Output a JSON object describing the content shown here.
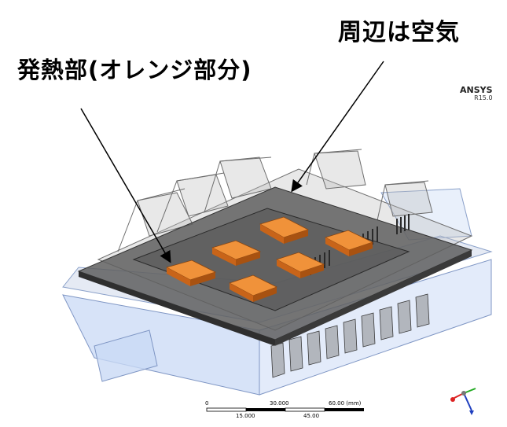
{
  "annotations": {
    "air_label": "周辺は空気",
    "heat_source_label": "発熱部(オレンジ部分)"
  },
  "logo": {
    "name": "ANSYS",
    "version": "R15.0"
  },
  "scale_bar": {
    "top_ticks": [
      "0",
      "30.000",
      "60.00 (mm)"
    ],
    "bottom_ticks": [
      "15.000",
      "45.00"
    ]
  },
  "colors": {
    "heat_source": "#e8791f",
    "board": "#6e6e6e",
    "air_region": "#c9d9f5",
    "enclosure": "#bdbdbd"
  }
}
